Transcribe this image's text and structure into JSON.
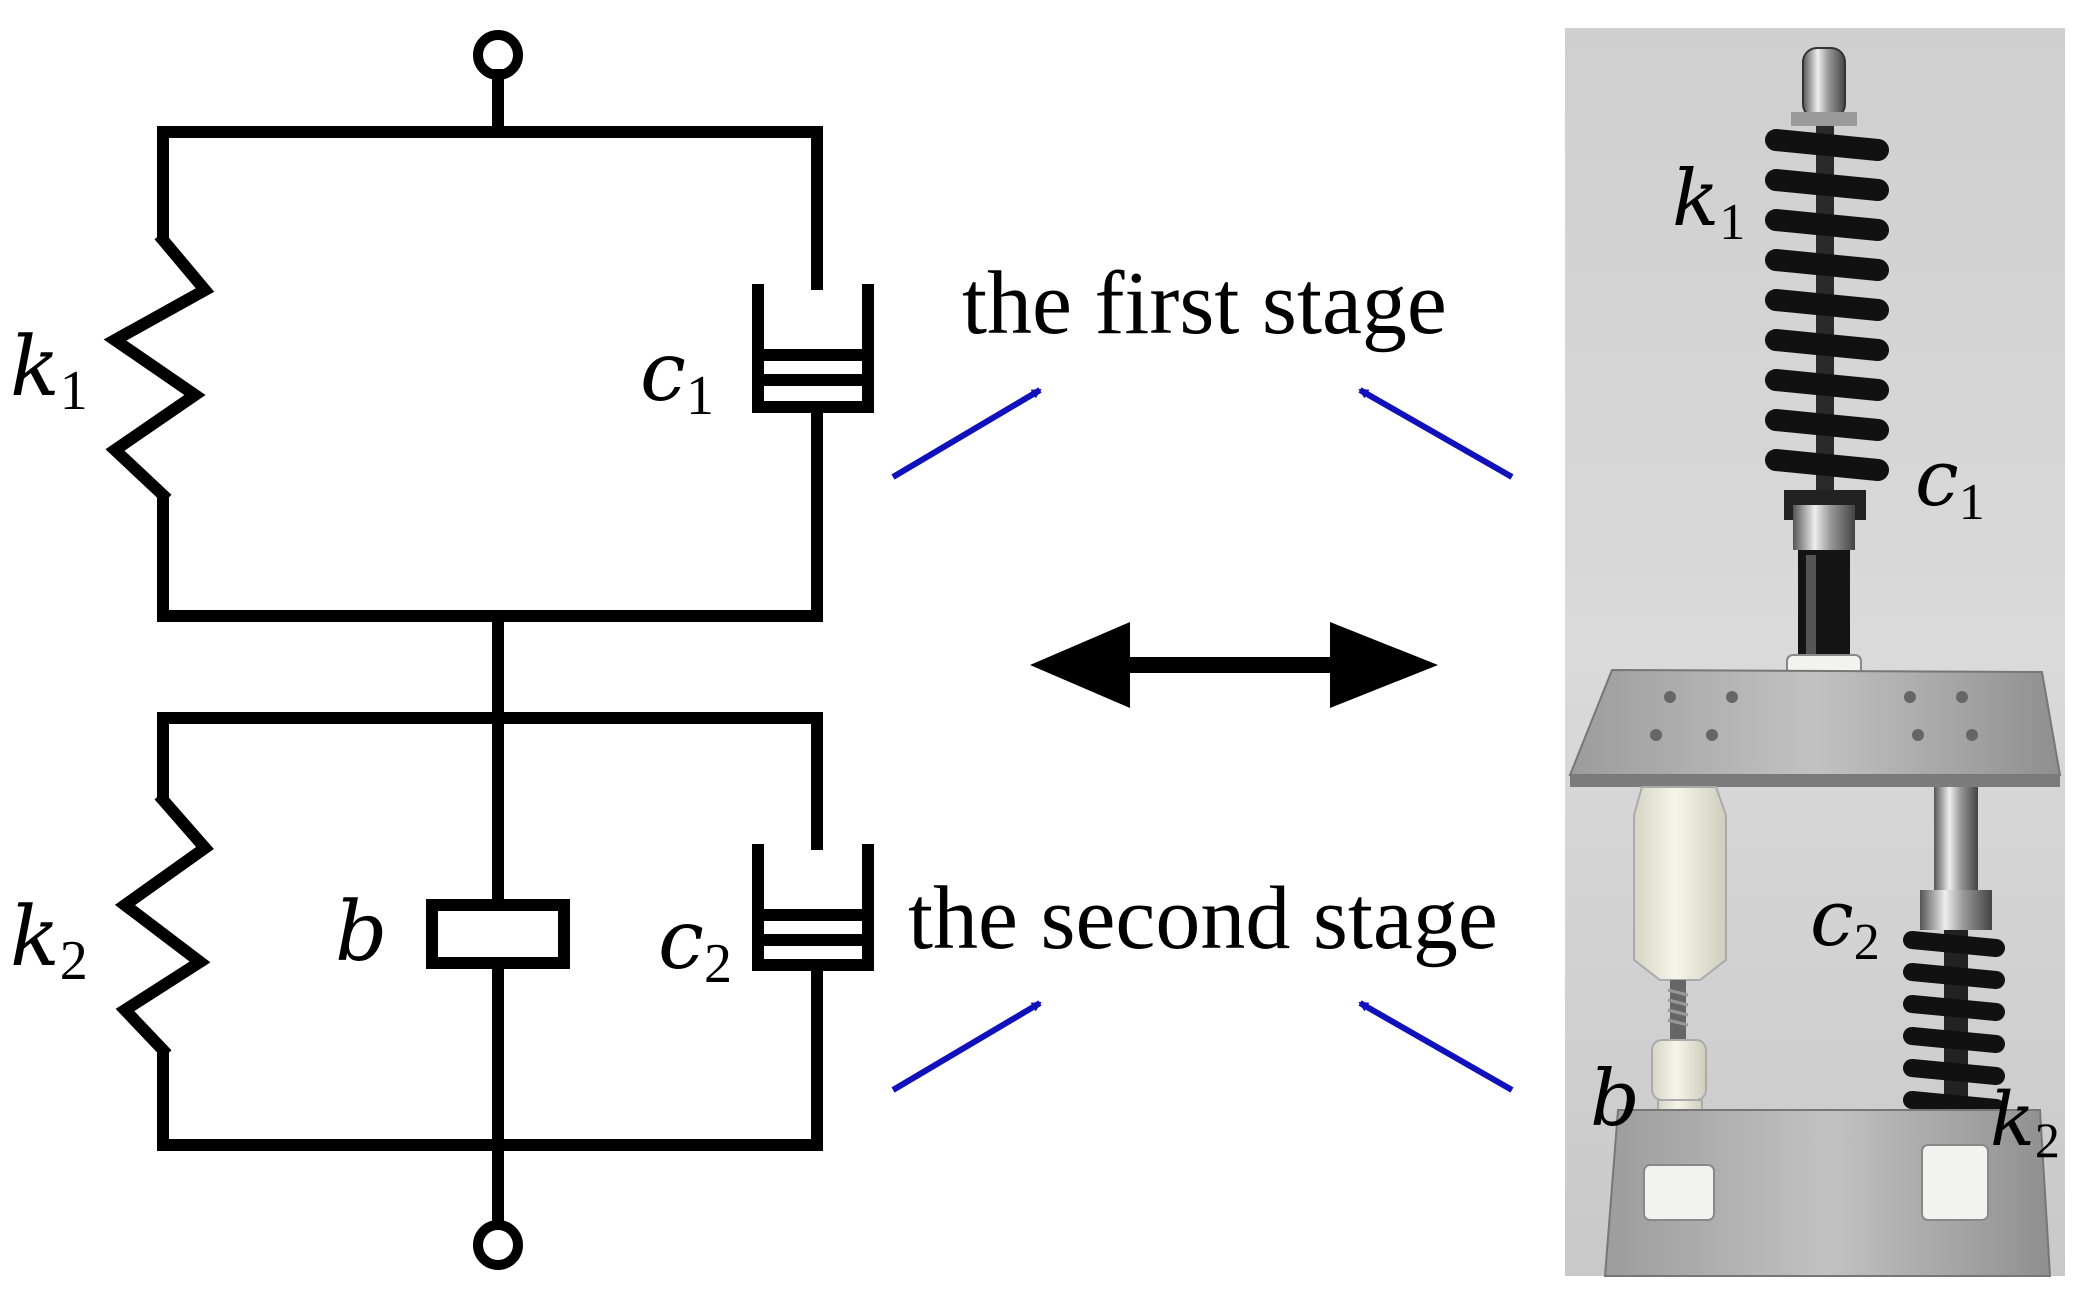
{
  "schematic": {
    "k1": {
      "sym": "k",
      "sub": "1"
    },
    "c1": {
      "sym": "c",
      "sub": "1"
    },
    "k2": {
      "sym": "k",
      "sub": "2"
    },
    "b": {
      "sym": "b"
    },
    "c2": {
      "sym": "c",
      "sub": "2"
    }
  },
  "captions": {
    "first_stage": "the first stage",
    "second_stage": "the second stage"
  },
  "photo": {
    "k1": {
      "sym": "k",
      "sub": "1"
    },
    "c1": {
      "sym": "c",
      "sub": "1"
    },
    "c2": {
      "sym": "c",
      "sub": "2"
    },
    "b": {
      "sym": "b"
    },
    "k2": {
      "sym": "k",
      "sub": "2"
    }
  },
  "colors": {
    "arrow_blue": "#1111bb",
    "line": "#000000",
    "photo_wall": "#d4d4d4",
    "spring_black": "#111111",
    "plate_metal": "#a9a9a9",
    "nylon_white": "#efeee2"
  },
  "icons": {
    "double_arrow": "double-headed-arrow-icon",
    "pointer": "blue-arrow-icon"
  }
}
